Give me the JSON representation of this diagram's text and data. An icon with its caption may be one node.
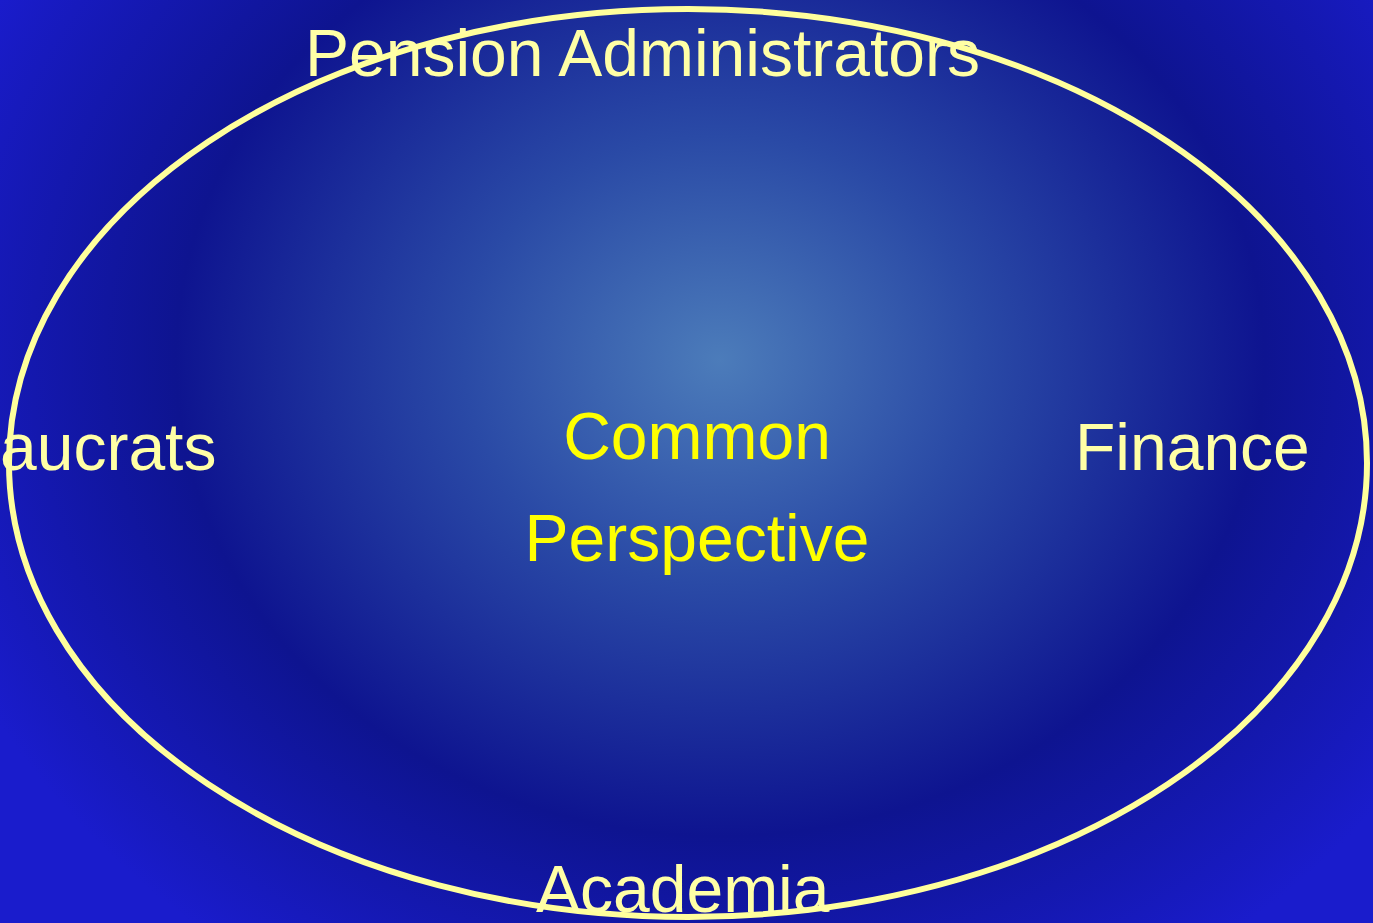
{
  "diagram": {
    "nodes": [
      {
        "text": [
          "Common Perspective"
        ]
      }
    ],
    "labels": [
      "Pension Administrators",
      "aucrats",
      "Finance",
      "Academia"
    ]
  }
}
